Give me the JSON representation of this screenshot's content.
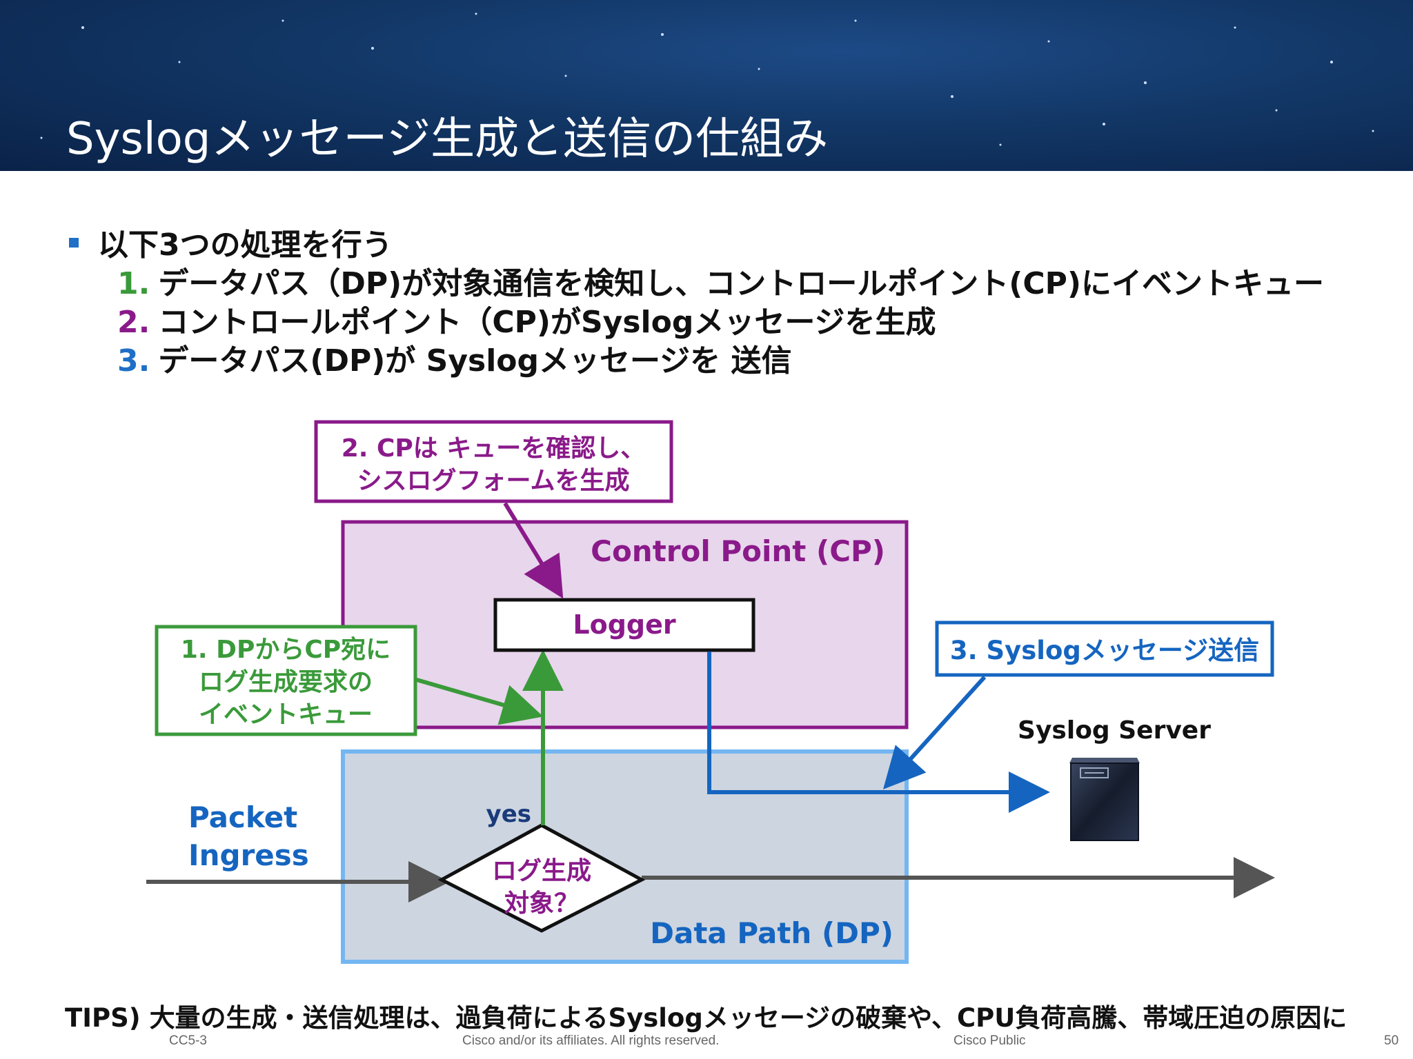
{
  "header": {
    "title": "Syslogメッセージ生成と送信の仕組み"
  },
  "bullets": {
    "main": "以下3つの処理を行う",
    "steps": [
      {
        "num": "1.",
        "text": "データパス（DP)が対象通信を検知し、コントロールポイント(CP)にイベントキュー",
        "color": "#3a9a3a"
      },
      {
        "num": "2.",
        "text": "コントロールポイント（CP)がSyslogメッセージを生成",
        "color": "#8a1a8a"
      },
      {
        "num": "3.",
        "text": "データパス(DP)が Syslogメッセージを 送信",
        "color": "#1f6fc6"
      }
    ]
  },
  "diagram": {
    "cp_label": "Control Point (CP)",
    "dp_label": "Data Path (DP)",
    "logger_label": "Logger",
    "callout_cp": {
      "line1": "2. CPは キューを確認し、",
      "line2": "シスログフォームを生成"
    },
    "callout_dp": {
      "line1": "1. DPからCP宛に",
      "line2": "ログ生成要求の",
      "line3": "イベントキュー"
    },
    "callout_send": "3. Syslogメッセージ送信",
    "server_label": "Syslog Server",
    "packet_label_line1": "Packet",
    "packet_label_line2": "Ingress",
    "yes_label": "yes",
    "decision": {
      "line1": "ログ生成",
      "line2": "対象？"
    },
    "colors": {
      "green": "#3a9a3a",
      "purple": "#8a1a8a",
      "blue": "#1565c0",
      "cp_fill": "#e8d6ec",
      "dp_fill": "#cdd5e0",
      "dp_border": "#74b6f2"
    }
  },
  "tips": "TIPS) 大量の生成・送信処理は、過負荷によるSyslogメッセージの破棄や、CPU負荷高騰、帯域圧迫の原因に",
  "footer": {
    "left": "CC5-3",
    "center": "Cisco and/or its affiliates. All rights reserved.",
    "right": "Cisco Public",
    "page": "50"
  }
}
